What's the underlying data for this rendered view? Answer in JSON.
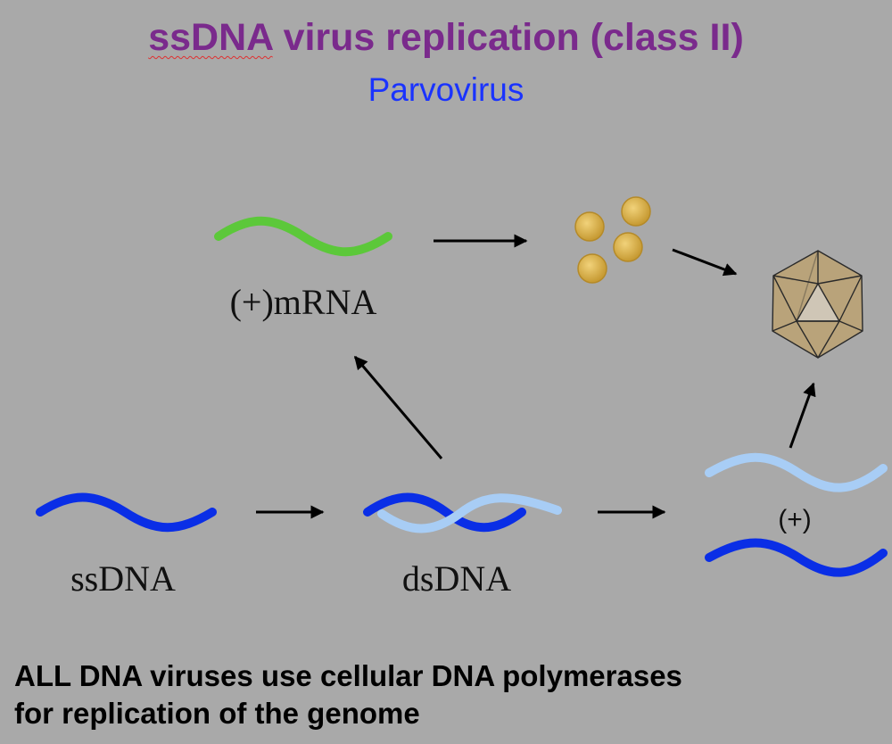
{
  "title": {
    "part1": "ssDNA",
    "part2": " virus replication (class II)"
  },
  "subtitle": "Parvovirus",
  "labels": {
    "mrna": "(+)mRNA",
    "ssdna": "ssDNA",
    "dsdna": "dsDNA",
    "plus_strand": "(+)"
  },
  "footer": {
    "line1": "ALL DNA viruses use cellular DNA polymerases",
    "line2": "for replication of the genome"
  },
  "colors": {
    "background": "#a9a9a9",
    "title": "#7a2a8c",
    "subtitle": "#1a33ff",
    "dark_dna": "#0a2ee6",
    "light_dna": "#a8cdf5",
    "mrna": "#5cc83a",
    "protein": "#d4a640",
    "capsid": "#b9a37a"
  }
}
